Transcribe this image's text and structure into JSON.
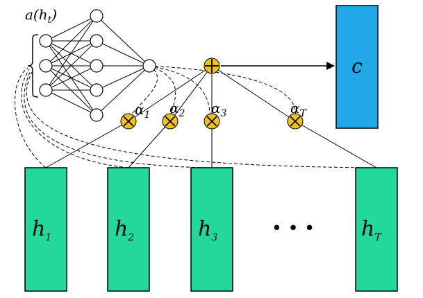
{
  "labels": {
    "attention_fn": {
      "base": "a(h",
      "sub": "t",
      "close": ")"
    },
    "context": "c",
    "ellipsis": "• • •"
  },
  "hidden_states": [
    {
      "base": "h",
      "sub": "1"
    },
    {
      "base": "h",
      "sub": "2"
    },
    {
      "base": "h",
      "sub": "3"
    },
    {
      "base": "h",
      "sub": "T"
    }
  ],
  "weights": [
    {
      "base": "α",
      "sub": "1"
    },
    {
      "base": "α",
      "sub": "2"
    },
    {
      "base": "α",
      "sub": "3"
    },
    {
      "base": "α",
      "sub": "T"
    }
  ],
  "colors": {
    "hidden_fill": "#22d89a",
    "context_fill": "#22a8e8",
    "operator_fill": "#f0c020",
    "stroke": "#000000"
  }
}
